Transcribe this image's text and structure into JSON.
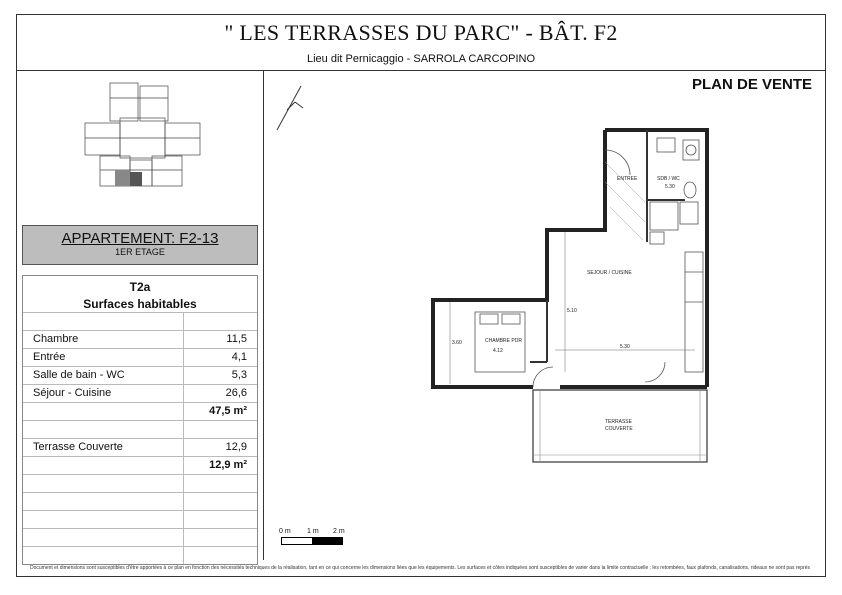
{
  "header": {
    "title": "\" LES TERRASSES DU PARC\" - BÂT. F2",
    "subtitle": "Lieu dit Pernicaggio - SARROLA CARCOPINO",
    "plan_label": "PLAN DE VENTE"
  },
  "apartment": {
    "name": "APPARTEMENT: F2-13",
    "floor": "1ER ETAGE",
    "type": "T2a",
    "surfaces_title": "Surfaces habitables"
  },
  "surfaces": [
    {
      "room": "Chambre",
      "area": "11,5"
    },
    {
      "room": "Entrée",
      "area": "4,1"
    },
    {
      "room": "Salle de bain - WC",
      "area": "5,3"
    },
    {
      "room": "Séjour - Cuisine",
      "area": "26,6"
    }
  ],
  "total_habitable": "47,5 m²",
  "terrace": {
    "room": "Terrasse Couverte",
    "area": "12,9"
  },
  "total_terrace": "12,9 m²",
  "plan_labels": {
    "entree": "ENTREE",
    "sdb": "SDB / WC",
    "sdb_area": "5.30",
    "sejour": "SEJOUR / CUISINE",
    "chambre": "CHAMBRE PDR",
    "chambre_area": "4.12",
    "terrasse_1": "TERRASSE",
    "terrasse_2": "COUVERTE",
    "dim_1": "5.10",
    "dim_2": "3.60",
    "dim_3": "5.30"
  },
  "scale": {
    "l0": "0 m",
    "l1": "1 m",
    "l2": "2 m"
  },
  "footer_note": "Document et dimensions sont susceptibles d'être apportées à ce plan en fonction des nécessités techniques de la réalisation, tant en ce qui concerne les dimensions liées que les équipements. Les surfaces et côtes indiquées sont susceptibles de varier dans la limite contractuelle ; les retombées, faux plafonds, canalisations, rideaux ne sont pas représentés."
}
